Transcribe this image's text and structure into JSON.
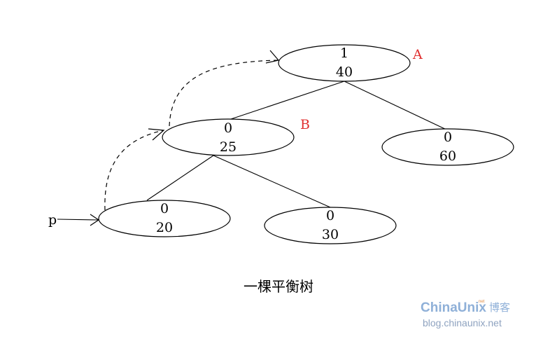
{
  "nodes": [
    {
      "id": "n40",
      "balance": "1",
      "key": "40",
      "label": "A"
    },
    {
      "id": "n25",
      "balance": "0",
      "key": "25",
      "label": "B"
    },
    {
      "id": "n60",
      "balance": "0",
      "key": "60"
    },
    {
      "id": "n20",
      "balance": "0",
      "key": "20"
    },
    {
      "id": "n30",
      "balance": "0",
      "key": "30"
    }
  ],
  "edges": [
    {
      "from": "n40",
      "to": "n25"
    },
    {
      "from": "n40",
      "to": "n60"
    },
    {
      "from": "n25",
      "to": "n20"
    },
    {
      "from": "n25",
      "to": "n30"
    }
  ],
  "pointer": {
    "label": "p",
    "target": "n20"
  },
  "caption": "一棵平衡树",
  "watermark": {
    "brand": "ChinaUnix",
    "superscript": "net",
    "suffix": "博客",
    "url": "blog.chinaunix.net"
  },
  "colors": {
    "node_label": "#e03030",
    "watermark": "#8fb0d8"
  }
}
